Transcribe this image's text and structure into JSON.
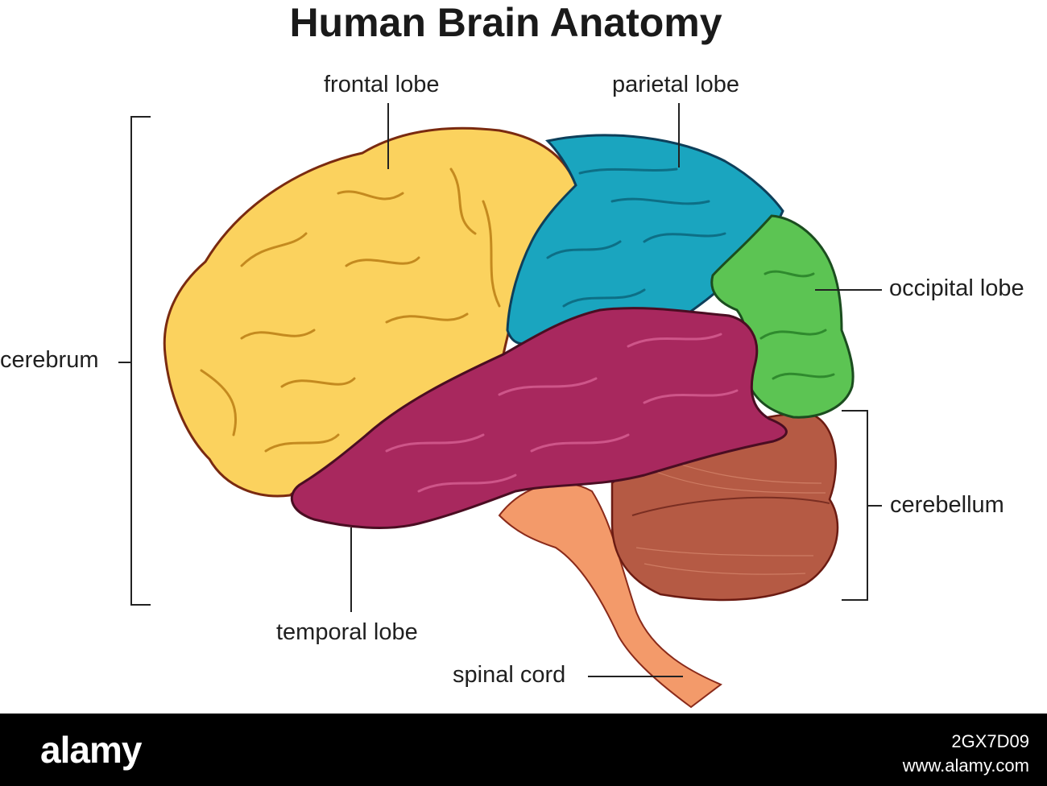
{
  "title": "Human Brain Anatomy",
  "labels": {
    "frontal_lobe": "frontal lobe",
    "parietal_lobe": "parietal lobe",
    "occipital_lobe": "occipital lobe",
    "cerebrum": "cerebrum",
    "cerebellum": "cerebellum",
    "temporal_lobe": "temporal lobe",
    "spinal_cord": "spinal cord"
  },
  "regions": {
    "frontal_color": "#fbd25e",
    "parietal_color": "#1aa5bf",
    "occipital_color": "#5cc453",
    "temporal_color": "#a8285e",
    "cerebellum_color": "#b55a44",
    "brainstem_color": "#f39a6a"
  },
  "footer": {
    "logo": "alamy",
    "image_id": "2GX7D09",
    "site": "www.alamy.com"
  }
}
